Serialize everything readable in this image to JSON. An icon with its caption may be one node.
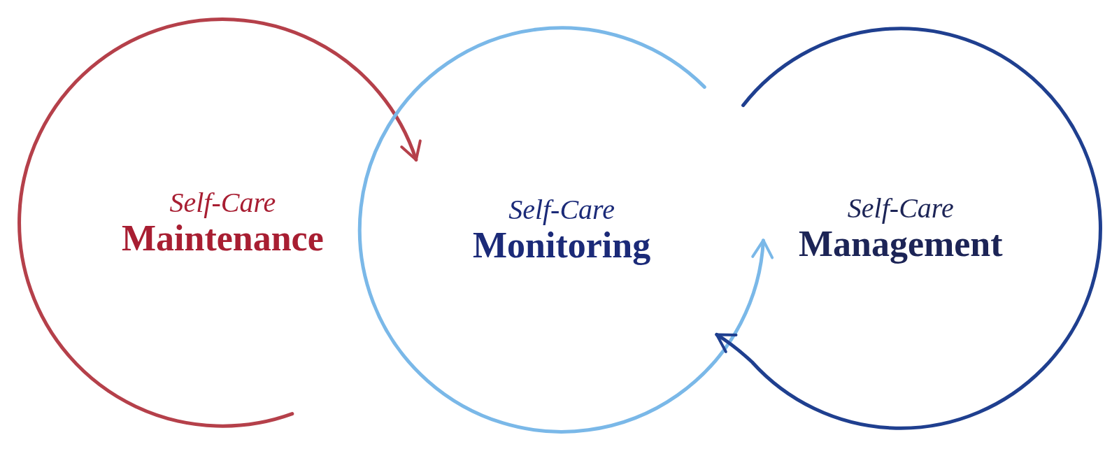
{
  "diagram": {
    "nodes": [
      {
        "text": [
          "Self-Care",
          "Maintenance"
        ]
      },
      {
        "text": [
          "Self-Care",
          "Monitoring"
        ]
      },
      {
        "text": [
          "Self-Care",
          "Management"
        ]
      }
    ],
    "edges": [
      {
        "from": null,
        "to": 1,
        "arrow": "to",
        "color": "#b5404a"
      },
      {
        "from": null,
        "to": 2,
        "arrow": "to",
        "color": "#7ab8e8"
      },
      {
        "from": null,
        "to": 1,
        "arrow": "to",
        "color": "#1f3f8f"
      }
    ]
  }
}
